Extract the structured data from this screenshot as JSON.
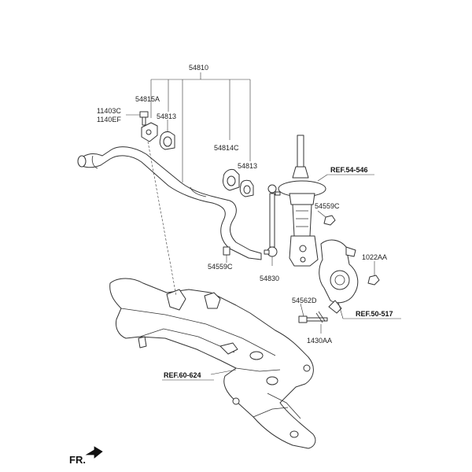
{
  "labels": {
    "p54810": "54810",
    "p54815A": "54815A",
    "p11403C": "11403C",
    "p1140EF": "1140EF",
    "p54813a": "54813",
    "p54814C": "54814C",
    "p54813b": "54813",
    "p54559Ca": "54559C",
    "p54559Cb": "54559C",
    "p54830": "54830",
    "p1022AA": "1022AA",
    "p54562D": "54562D",
    "p1430AA": "1430AA"
  },
  "refs": {
    "ref54": "REF.54-546",
    "ref50": "REF.50-517",
    "ref60": "REF.60-624"
  },
  "direction": "FR."
}
